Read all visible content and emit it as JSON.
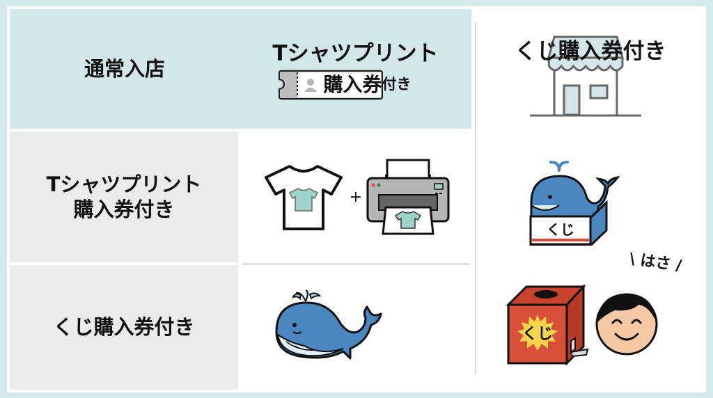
{
  "header": {
    "col1_label": "通常入店",
    "col2_label_line1": "Tシャツプリント",
    "col2_ticket_text": "購入",
    "col2_label_tail_strong": "券",
    "col2_label_tail": "付き",
    "col3_label": "くじ購入券付き"
  },
  "rows": [
    {
      "label_line1": "Tシャツプリント",
      "label_line2": "購入券付き",
      "plus_sign": "+"
    },
    {
      "label_line1": "くじ購入券付き"
    }
  ],
  "right_column": {
    "kuji_box_label": "くじ",
    "lottery_box_label": "くじ",
    "exclaim_text": "はさ"
  },
  "colors": {
    "background": "#d5e8eb",
    "header_fill": "#d3e7ea",
    "row_header_fill": "#ebebeb",
    "whale_blue": "#4a86c0",
    "tee_mint": "#9dd3c8",
    "box_red": "#d9503a",
    "burst_yellow": "#f7d54a",
    "face_skin": "#f6c9a4"
  }
}
